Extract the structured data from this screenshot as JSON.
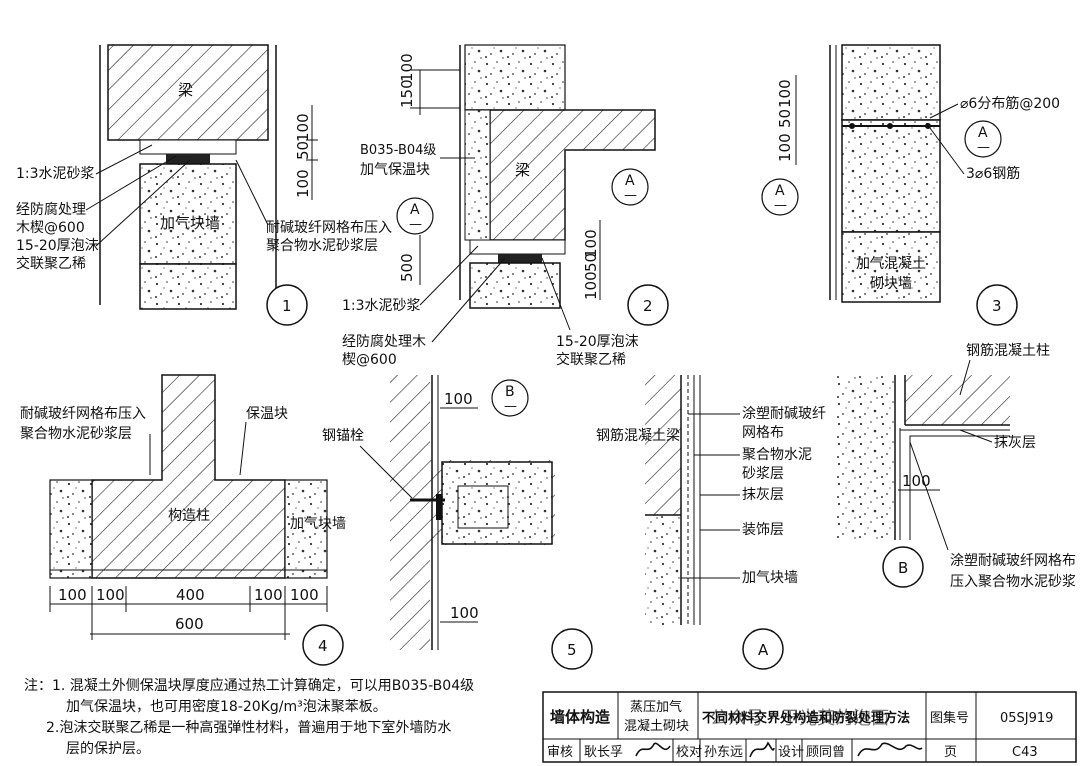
{
  "details": {
    "d1": {
      "number": "1",
      "beam": "梁",
      "block": "加气块墙",
      "mortar": "1:3水泥砂浆",
      "wood_wedge_1": "经防腐处理",
      "wood_wedge_2": "木楔@600",
      "foam_1": "15-20厚泡沫",
      "foam_2": "交联聚乙稀",
      "mesh_1": "耐碱玻纤网格布压入",
      "mesh_2": "聚合物水泥砂浆层",
      "dim_top": "100",
      "dim_mid": "50",
      "dim_bot": "100"
    },
    "d2": {
      "number": "2",
      "beam": "梁",
      "insul_1": "B035-B04级",
      "insul_2": "加气保温块",
      "dim_top_a": "150",
      "dim_top_b": "100",
      "dim_mid": "500",
      "dim_side_a": "100",
      "dim_side_b": "50",
      "dim_side_c": "100",
      "mortar": "1:3水泥砂浆",
      "wood_wedge_1": "经防腐处理木",
      "wood_wedge_2": "楔@600",
      "foam_1": "15-20厚泡沫",
      "foam_2": "交联聚乙稀",
      "ref_a": "A",
      "ref_dash": "—"
    },
    "d3": {
      "number": "3",
      "rebar_top": "⌀6分布筋@200",
      "rebar_bot": "3⌀6钢筋",
      "block_1": "加气混凝土",
      "block_2": "砌块墙",
      "dim_a": "100",
      "dim_b": "50",
      "dim_c": "100",
      "ref_a": "A",
      "ref_dash": "—"
    },
    "d4": {
      "number": "4",
      "mesh_1": "耐碱玻纤网格布压入",
      "mesh_2": "聚合物水泥砂浆层",
      "insul": "保温块",
      "column": "构造柱",
      "block": "加气块墙",
      "dims": [
        "100",
        "100",
        "400",
        "100",
        "100"
      ],
      "dim_total": "600"
    },
    "d5": {
      "number": "5",
      "anchor": "钢锚栓",
      "dim_top": "100",
      "dim_bot": "100",
      "ref_b": "B",
      "ref_dash": "—"
    },
    "dA": {
      "number": "A",
      "beam": "钢筋混凝土梁",
      "layers": [
        "涂塑耐碱玻纤",
        "网格布",
        "聚合物水泥",
        "砂浆层",
        "抹灰层",
        "装饰层",
        "加气块墙"
      ]
    },
    "dB": {
      "number": "B",
      "column": "钢筋混凝土柱",
      "plaster": "抹灰层",
      "dim": "100",
      "mesh_1": "涂塑耐碱玻纤网格布",
      "mesh_2": "压入聚合物水泥砂浆"
    }
  },
  "notes": {
    "line1": "注：1. 混凝土外侧保温块厚度应通过热工计算确定，可以用B035-B04级",
    "line2": "加气保温块，也可用密度18-20Kg/m³泡沫聚苯板。",
    "line3": "2.泡沫交联聚乙稀是一种高强弹性材料，普遍用于地下室外墙防水",
    "line4": "层的保护层。"
  },
  "title_block": {
    "category": "墙体构造",
    "sub_1": "蒸压加气",
    "sub_2": "混凝土砌块",
    "title": "不同材料交界处构造和防裂处理方法",
    "atlas_label": "图集号",
    "atlas_no": "05SJ919",
    "review_label": "审核",
    "review_name": "耿长孚",
    "check_label": "校对",
    "check_name": "孙东远",
    "design_label": "设计",
    "design_name": "顾同曾",
    "page_label": "页",
    "page_no": "C43",
    "watermark": "公众号 · 于光英的泡面"
  }
}
